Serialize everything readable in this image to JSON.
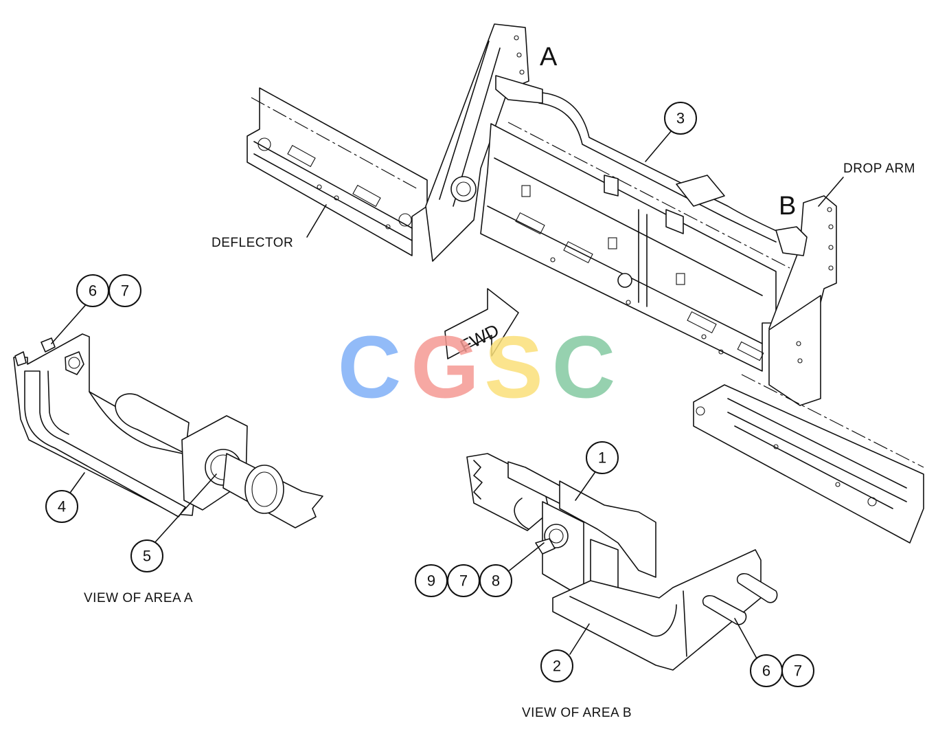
{
  "labels": {
    "area_a": "A",
    "area_b": "B",
    "deflector": "DEFLECTOR",
    "drop_arm": "DROP ARM",
    "fwd": "FWD",
    "view_a": "VIEW OF AREA A",
    "view_b": "VIEW OF AREA B"
  },
  "callouts": {
    "c1": "1",
    "c2": "2",
    "c3": "3",
    "c4": "4",
    "c5": "5",
    "c6a": "6",
    "c7a": "7",
    "c6b": "6",
    "c7b": "7",
    "c8": "8",
    "c7c": "7",
    "c9": "9"
  },
  "watermark": {
    "letters": [
      "C",
      "G",
      "S",
      "C"
    ],
    "colors": [
      "#7fb0f7",
      "#f59a93",
      "#fbe07a",
      "#84c9a2"
    ]
  }
}
